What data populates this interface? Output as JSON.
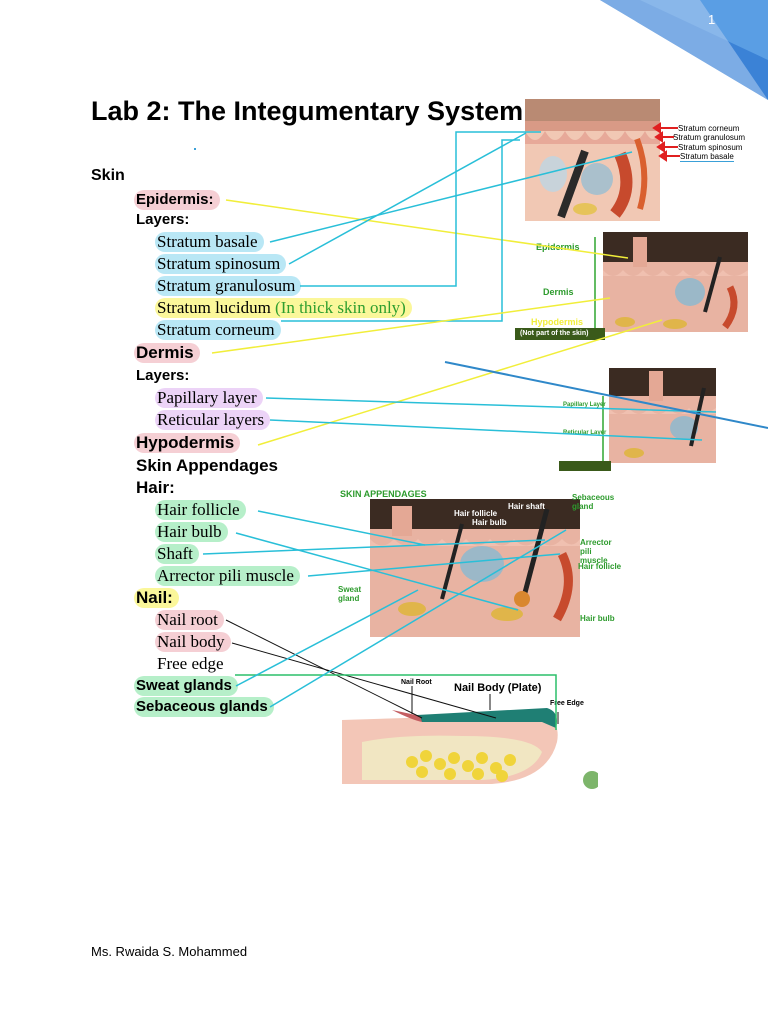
{
  "page_number": "1",
  "title": "Lab 2: The Integumentary System",
  "skin_heading": "Skin",
  "bullet": "",
  "outline": {
    "epidermis": "Epidermis:",
    "epi_layers": "Layers:",
    "basale": "Stratum basale",
    "spinosum": "Stratum spinosum",
    "granulosum": "Stratum granulosum",
    "lucidum": "Stratum lucidum",
    "lucidum_note": "(In thick skin only)",
    "corneum": "Stratum corneum",
    "dermis": "Dermis",
    "der_layers": "Layers:",
    "papillary": "Papillary layer",
    "reticular": "Reticular layers",
    "hypodermis": "Hypodermis",
    "appendages": "Skin Appendages",
    "hair": "Hair:",
    "follicle": "Hair follicle",
    "bulb": "Hair bulb",
    "shaft": "Shaft",
    "arrector": "Arrector pili muscle",
    "nail": "Nail:",
    "nail_root": "Nail root",
    "nail_body": "Nail body",
    "free_edge": "Free edge",
    "sweat": "Sweat glands",
    "sebaceous": "Sebaceous glands"
  },
  "figure1": {
    "labels": [
      "Stratum corneum",
      "Stratum granulosum",
      "Stratum spinosum",
      "Stratum basale"
    ]
  },
  "figure2": {
    "epidermis": "Epidermis",
    "dermis": "Dermis",
    "hypodermis": "Hypodermis",
    "note": "(Not part of the skin)"
  },
  "figure3": {
    "papillary": "Papillary Layer",
    "reticular": "Reticular Layer"
  },
  "figure4": {
    "title": "SKIN APPENDAGES",
    "hair_shaft": "Hair shaft",
    "hair_follicle": "Hair follicle",
    "hair_bulb": "Hair bulb",
    "sebaceous": "Sebaceous gland",
    "arrector": "Arrector pili muscle",
    "hair_follicle_r": "Hair follicle",
    "sweat": "Sweat gland",
    "hair_bulb_r": "Hair bulb"
  },
  "figure5": {
    "nail_root": "Nail Root",
    "nail_body": "Nail Body (Plate)",
    "free_edge": "Free Edge"
  },
  "footer": "Ms. Rwaida S. Mohammed",
  "colors": {
    "pink": "#f5cfd4",
    "blue": "#b9e7f5",
    "green": "#b6efc9",
    "purple": "#ecd3f7",
    "yellow": "#fbf79a",
    "line_blue": "#29bfd8",
    "line_yellow": "#f1ee3a",
    "line_pink": "#e25a84",
    "corner_blue": "#3f89d8"
  }
}
